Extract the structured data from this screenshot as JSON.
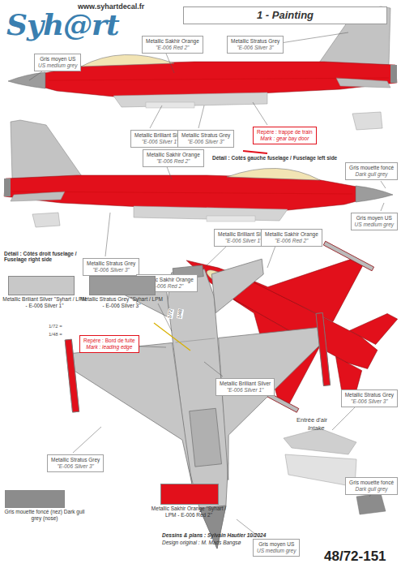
{
  "diagram": {
    "title": "1 - Painting",
    "nodes": [
      {
        "text": [
          "Metallic Sakhir Orange",
          "\"E-006 Red 2\""
        ]
      },
      {
        "text": [
          "Metallic Stratus Grey",
          "\"E-006 Silver 3\""
        ]
      },
      {
        "text": [
          "Gris moyen US",
          "US medium grey"
        ]
      },
      {
        "text": [
          "Metallic Brilliant Silver",
          "\"E-006 Silver 1\""
        ]
      },
      {
        "text": [
          "Metallic Stratus Grey",
          "\"E-006 Silver 3\""
        ]
      },
      {
        "text": [
          "Repère : trappe de train",
          "Mark : gear bay door"
        ]
      },
      {
        "text": [
          "Metallic Sakhir Orange",
          "\"E-006 Red 2\""
        ]
      },
      {
        "text": [
          "Gris mouette foncé",
          "Dark gull grey"
        ]
      },
      {
        "text": [
          "Gris moyen US",
          "US medium grey"
        ]
      },
      {
        "text": [
          "Metallic Brilliant Silver",
          "\"E-006 Silver 1\""
        ]
      },
      {
        "text": [
          "Metallic Sakhir Orange",
          "\"E-006 Red 2\""
        ]
      },
      {
        "text": [
          "Metallic Stratus Grey",
          "\"E-006 Silver 3\""
        ]
      },
      {
        "text": [
          "Metallic Sakhir Orange",
          "\"E-006 Red 2\""
        ]
      },
      {
        "text": [
          "Repère : Bord de fuite",
          "Mark : leading edge"
        ]
      },
      {
        "text": [
          "Metallic Brilliant Silver",
          "\"E-006 Silver 1\""
        ]
      },
      {
        "text": [
          "Metallic Stratus Grey",
          "\"E-006 Silver 3\""
        ]
      },
      {
        "text": [
          "Metallic Stratus Grey",
          "\"E-006 Silver 3\""
        ]
      },
      {
        "text": [
          "Gris mouette foncé",
          "Dark gull grey"
        ]
      },
      {
        "text": [
          "Gris moyen US",
          "US medium grey"
        ]
      }
    ],
    "labels": [
      "www.syhartdecal.fr",
      "Syh@rt",
      "Détail : Cotés gauche fuselage / Fuselage left side",
      "Détail : Côtés droit fuselage / Fuselage right side",
      "1/72 =",
      "1/48 =",
      "1/72",
      "1/48",
      "Entrée d'air",
      "Intake",
      "Dessins & plans : Sylvain Hautier 10/2024",
      "Design original : M. Mads Bangsø",
      "48/72-151"
    ],
    "legend": [
      {
        "text": "Metallic Briliant Silver \"Syhart / LPM - E-006 Silver 1\"",
        "color": "#c8c8c8"
      },
      {
        "text": "Metallic Stratus Grey \"Syhart / LPM - E-006 Silver 3\"",
        "color": "#9a9a9a"
      },
      {
        "text": "Gris mouette foncé (nez) Dark gull grey (nose)",
        "color": "#8c8c8c"
      },
      {
        "text": "Metallic Sakhir Orange \"Syhart / LPM - E-006 Red 2\"",
        "color": "#e2101b"
      }
    ]
  }
}
